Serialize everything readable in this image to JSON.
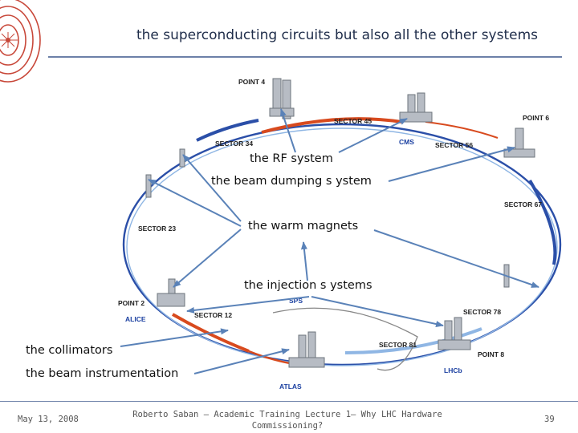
{
  "slide": {
    "title": "the superconducting circuits but also all the other systems"
  },
  "map": {
    "points": [
      "POINT 4",
      "POINT 6",
      "POINT 2",
      "POINT 8"
    ],
    "sectors": [
      "SECTOR 45",
      "SECTOR 34",
      "SECTOR 56",
      "SECTOR 67",
      "SECTOR 23",
      "SECTOR 12",
      "SECTOR 78",
      "SECTOR 81"
    ],
    "experiments": [
      "CMS",
      "ALICE",
      "SPS",
      "ATLAS",
      "LHCb"
    ],
    "colors": {
      "ring_blue": "#2b4fa8",
      "ring_red": "#d84a1e",
      "ring_lightblue": "#8fb6e4",
      "arrow": "#5a82b8",
      "text_blue": "#1a3fa0"
    }
  },
  "labels": {
    "rf": "the RF system",
    "dump": "the beam dumping s ystem",
    "warm": "the warm magnets",
    "injection": "the injection s ystems",
    "collimators": "the collimators",
    "instrumentation": "the beam instrumentation"
  },
  "footer": {
    "date": "May 13, 2008",
    "center_line1": "Roberto Saban – Academic Training Lecture 1– Why LHC Hardware",
    "center_line2": "Commissioning?",
    "page": "39"
  }
}
